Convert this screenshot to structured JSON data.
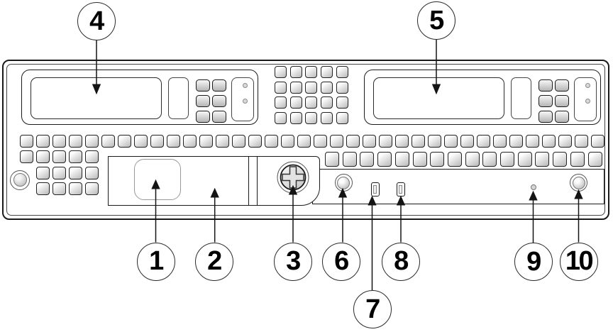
{
  "figure": {
    "callouts": [
      {
        "label": "1"
      },
      {
        "label": "2"
      },
      {
        "label": "3"
      },
      {
        "label": "4"
      },
      {
        "label": "5"
      },
      {
        "label": "6"
      },
      {
        "label": "7"
      },
      {
        "label": "8"
      },
      {
        "label": "9"
      },
      {
        "label": "10"
      }
    ]
  },
  "colors": {
    "ink": "#1a1a1a",
    "line": "#444444",
    "fill": "#ffffff",
    "shade_light": "#f7f7f7",
    "shade_dark": "#bdbdbd"
  }
}
